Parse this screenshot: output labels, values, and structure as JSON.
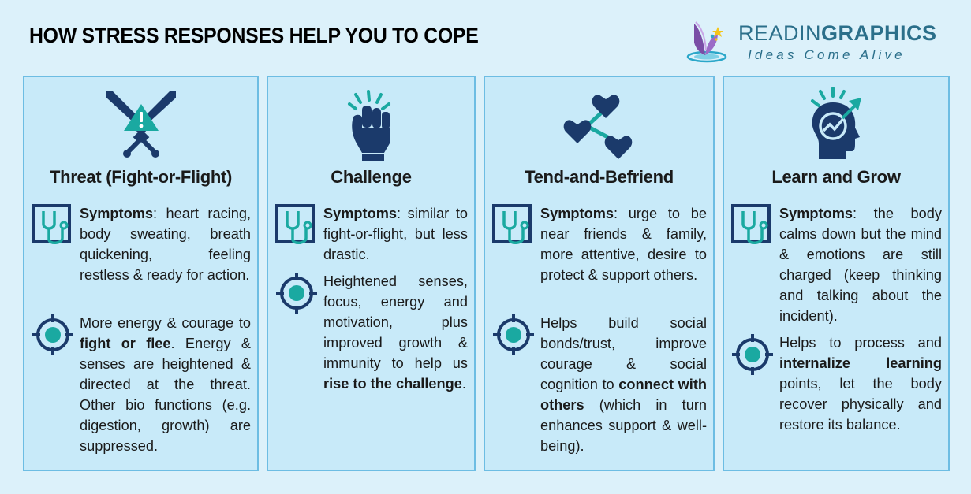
{
  "header": {
    "title": "HOW STRESS RESPONSES HELP YOU TO COPE",
    "logo": {
      "brand_light": "READIN",
      "brand_bold": "GRAPHICS",
      "tagline": "Ideas Come Alive",
      "icon": "book-with-stars-icon"
    }
  },
  "colors": {
    "background": "#dcf1fa",
    "panel_fill": "#c8eaf9",
    "panel_border": "#6dbde3",
    "icon_navy": "#1b3a6b",
    "icon_teal": "#1aa9a1",
    "brand": "#2b6f8a"
  },
  "panels": [
    {
      "title": "Threat (Fight-or-Flight)",
      "icon": "crossed-swords-warning-icon",
      "symptoms_label": "Symptoms",
      "symptoms_text": ": heart racing, body sweating, breath quickening, feeling restless & ready for action.",
      "benefit": {
        "pre": "More energy & courage to ",
        "bold": "fight or flee",
        "post": ". Energy & senses are heightened & directed at the threat. Other bio functions (e.g. digestion, growth) are suppressed."
      }
    },
    {
      "title": "Challenge",
      "icon": "raised-fist-icon",
      "symptoms_label": "Symptoms",
      "symptoms_text": ": similar to fight-or-flight, but less drastic.",
      "benefit": {
        "pre": "Heightened senses, focus, energy and motivation, plus improved growth & immunity to help us ",
        "bold": "rise to the challenge",
        "post": "."
      }
    },
    {
      "title": "Tend-and-Befriend",
      "icon": "connected-hearts-icon",
      "symptoms_label": "Symptoms",
      "symptoms_text": ": urge to be near friends & family, more attentive, desire to protect & support others.",
      "benefit": {
        "pre": "Helps build social bonds/trust, improve courage & social cognition to ",
        "bold": "connect with others",
        "post": " (which in turn enhances support & well-being)."
      }
    },
    {
      "title": "Learn and Grow",
      "icon": "head-with-growth-arrow-icon",
      "symptoms_label": "Symptoms",
      "symptoms_text": ": the body calms down but the mind & emotions are still charged (keep thinking and talking about the incident).",
      "benefit": {
        "pre": "Helps to process and ",
        "bold": "internalize learning",
        "post": " points, let the body recover physically and restore its balance."
      }
    }
  ]
}
